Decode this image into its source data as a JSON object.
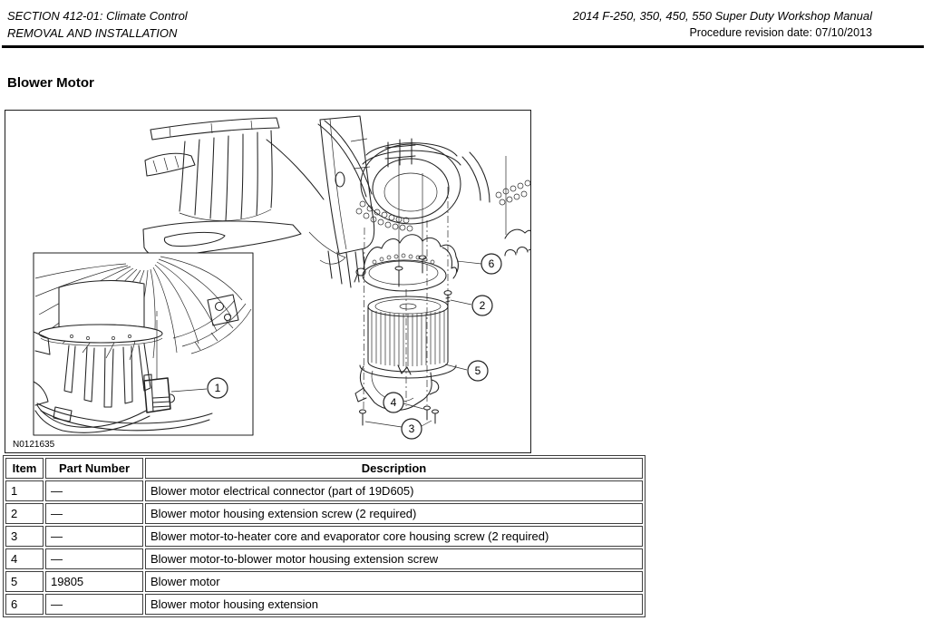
{
  "header": {
    "section": "SECTION 412-01: Climate Control",
    "subsection": "REMOVAL AND INSTALLATION",
    "manual": "2014 F-250, 350, 450, 550 Super Duty Workshop Manual",
    "revision": "Procedure revision date: 07/10/2013"
  },
  "page_title": "Blower Motor",
  "figure": {
    "image_id": "N0121635",
    "callouts": [
      "1",
      "2",
      "3",
      "4",
      "5",
      "6"
    ]
  },
  "table": {
    "headers": [
      "Item",
      "Part Number",
      "Description"
    ],
    "rows": [
      [
        "1",
        "—",
        "Blower motor electrical connector (part of 19D605)"
      ],
      [
        "2",
        "—",
        "Blower motor housing extension screw (2 required)"
      ],
      [
        "3",
        "—",
        "Blower motor-to-heater core and evaporator core housing screw (2 required)"
      ],
      [
        "4",
        "—",
        "Blower motor-to-blower motor housing extension screw"
      ],
      [
        "5",
        "19805",
        "Blower motor"
      ],
      [
        "6",
        "—",
        "Blower motor housing extension"
      ]
    ]
  }
}
